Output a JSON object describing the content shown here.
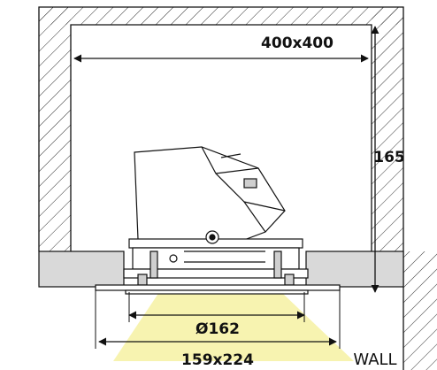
{
  "diagram": {
    "labels": {
      "ceiling_opening": "400x400",
      "height": "165",
      "beam_diameter": "Ø162",
      "trim_size": "159x224",
      "wall": "WALL"
    },
    "colors": {
      "hatch": "#333333",
      "ceiling_panel": "#d9d9d9",
      "beam": "#f7f3b0",
      "line": "#111111",
      "fixture_fill": "#ffffff",
      "fixture_shade": "#cfcfcf"
    }
  }
}
